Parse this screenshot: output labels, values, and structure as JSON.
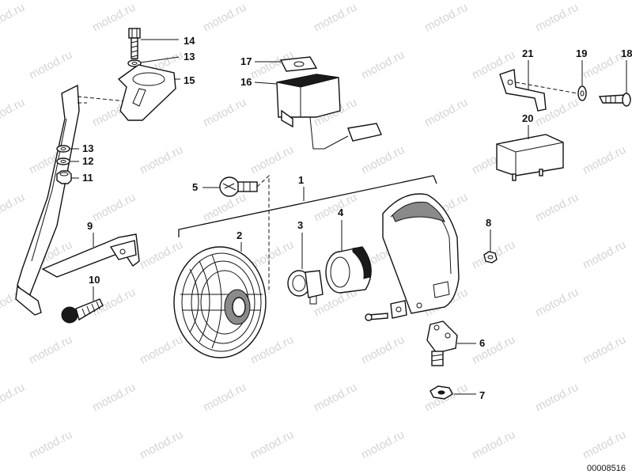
{
  "watermark": {
    "text": "motod.ru"
  },
  "diagram_code": "00008516",
  "callouts": [
    {
      "id": "c1",
      "text": "1"
    },
    {
      "id": "c2",
      "text": "2"
    },
    {
      "id": "c3",
      "text": "3"
    },
    {
      "id": "c4",
      "text": "4"
    },
    {
      "id": "c5",
      "text": "5"
    },
    {
      "id": "c6",
      "text": "6"
    },
    {
      "id": "c7",
      "text": "7"
    },
    {
      "id": "c8",
      "text": "8"
    },
    {
      "id": "c9",
      "text": "9"
    },
    {
      "id": "c10",
      "text": "10"
    },
    {
      "id": "c11",
      "text": "11"
    },
    {
      "id": "c12",
      "text": "12"
    },
    {
      "id": "c13a",
      "text": "13"
    },
    {
      "id": "c13b",
      "text": "13"
    },
    {
      "id": "c14",
      "text": "14"
    },
    {
      "id": "c15",
      "text": "15"
    },
    {
      "id": "c16",
      "text": "16"
    },
    {
      "id": "c17",
      "text": "17"
    },
    {
      "id": "c18",
      "text": "18"
    },
    {
      "id": "c19",
      "text": "19"
    },
    {
      "id": "c20",
      "text": "20"
    },
    {
      "id": "c21",
      "text": "21"
    }
  ]
}
